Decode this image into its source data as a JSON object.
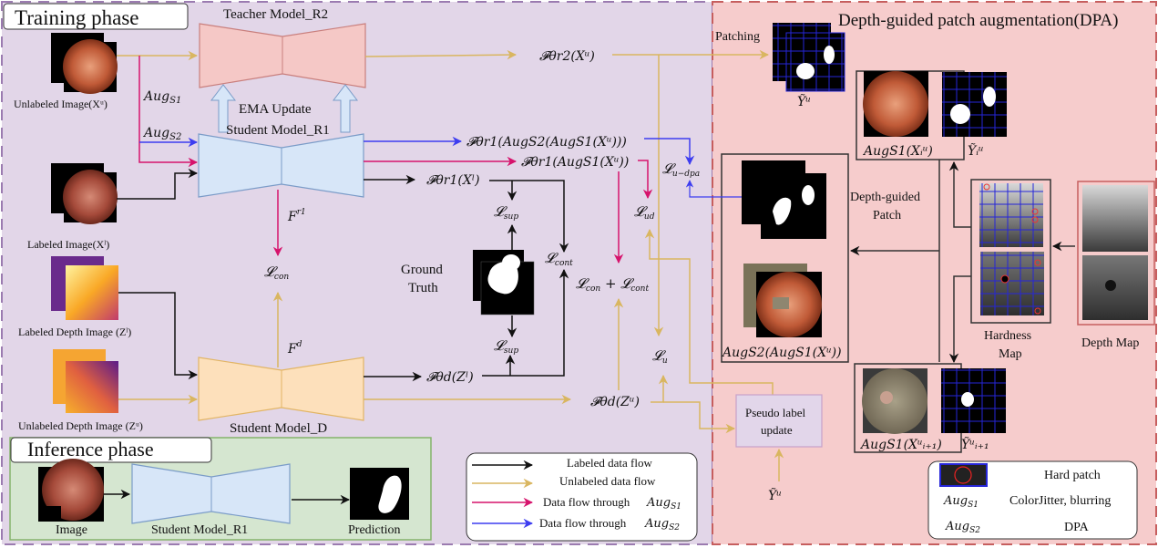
{
  "colors": {
    "training_bg": "#e2d6e8",
    "training_border": "#9b7bb0",
    "dpa_bg": "#f6cccc",
    "dpa_border": "#c65e5e",
    "inference_bg": "#d5e6d0",
    "inference_border": "#84b36a",
    "teacher_fill": "#f5c8c6",
    "teacher_stroke": "#c97f7d",
    "student_r_fill": "#d7e6f8",
    "student_r_stroke": "#7b9cc8",
    "student_d_fill": "#fde0bb",
    "student_d_stroke": "#e2b565",
    "labeled_flow": "#111111",
    "unlabeled_flow": "#d9b660",
    "aug_s1_flow": "#d6136c",
    "aug_s2_flow": "#3d3df0",
    "pseudo_fill": "#e2d6ea",
    "pseudo_stroke": "#c7a2c9"
  },
  "panels": {
    "training": "Training phase",
    "inference": "Inference phase",
    "dpa": "Depth-guided patch augmentation(DPA)"
  },
  "models": {
    "teacher": "Teacher Model_R2",
    "student_r1": "Student Model_R1",
    "student_d": "Student Model_D",
    "ema": "EMA Update",
    "inference_model": "Student Model_R1"
  },
  "inputs": {
    "unlabeled_image": "Unlabeled Image(Xᵘ)",
    "labeled_image": "Labeled Image(Xˡ)",
    "labeled_depth": "Labeled Depth Image (Zˡ)",
    "unlabeled_depth": "Unlabeled Depth Image (Zᵘ)",
    "ground_truth_1": "Ground",
    "ground_truth_2": "Truth",
    "inference_image": "Image",
    "prediction": "Prediction"
  },
  "math": {
    "aug_s1": "Aug_S1",
    "aug_s2": "Aug_S2",
    "f_teacher": "𝓕θr2(Xᵘ)",
    "f_aug_s2": "𝓕θr1(AugS2(AugS1(Xᵘ)))",
    "f_aug_s1": "𝓕θr1(AugS1(Xᵘ))",
    "f_labeled": "𝓕θr1(Xˡ)",
    "f_depth_l": "𝓕θd(Zˡ)",
    "f_depth_u": "𝓕θd(Zᵘ)",
    "feat_r1": "Fʳ¹",
    "feat_d": "Fᵈ",
    "l_con": "𝓛con",
    "l_sup": "𝓛sup",
    "l_cont": "𝓛cont",
    "l_ud": "𝓛ud",
    "l_u_dpa": "𝓛u−dpa",
    "l_u": "𝓛u",
    "l_con_cont": "𝓛con + 𝓛cont",
    "y_tilde": "Ỹᵘ",
    "y_tilde_i": "Ỹᵢᵘ",
    "y_tilde_i1": "Ỹᵘᵢ₊₁",
    "aug_s1_xi": "AugS1(Xᵢᵘ)",
    "aug_s1_xi1": "AugS1(Xᵘᵢ₊₁)",
    "aug_s2_s1_x": "AugS2(AugS1(Xᵘ))"
  },
  "dpa": {
    "patching": "Patching",
    "depth_guided_1": "Depth-guided",
    "depth_guided_2": "Patch",
    "hardness_1": "Hardness",
    "hardness_2": "Map",
    "depth_map": "Depth Map",
    "pseudo_1": "Pseudo label",
    "pseudo_2": "update"
  },
  "legend_flow": [
    {
      "label": "Labeled data flow",
      "color": "#111111"
    },
    {
      "label": "Unlabeled data flow",
      "color": "#d9b660"
    },
    {
      "label": "Data flow through",
      "suffix": "AugS1",
      "color": "#d6136c"
    },
    {
      "label": "Data flow through",
      "suffix": "AugS2",
      "color": "#3d3df0"
    }
  ],
  "legend_aug": [
    {
      "key": "hard-patch-swatch",
      "label": "Hard patch"
    },
    {
      "key": "AugS1",
      "label": "ColorJitter, blurring"
    },
    {
      "key": "AugS2",
      "label": "DPA"
    }
  ]
}
